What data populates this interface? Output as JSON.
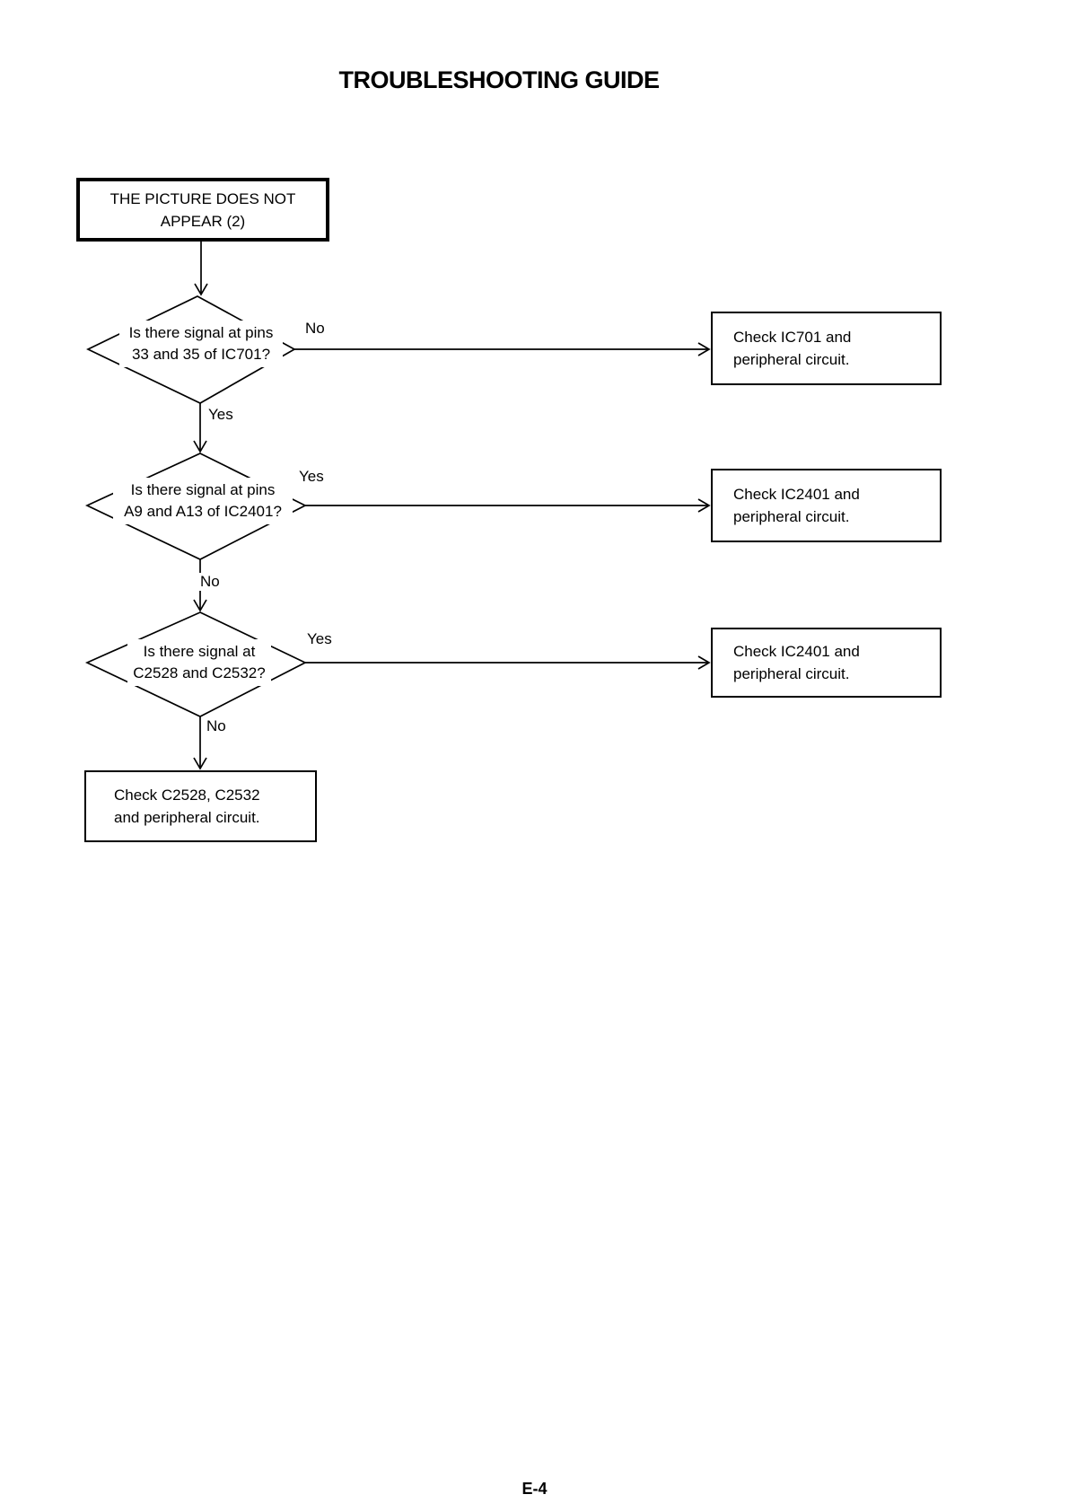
{
  "page": {
    "title": "TROUBLESHOOTING GUIDE",
    "footer_page_number": "E-4"
  },
  "colors": {
    "ink": "#000000",
    "paper": "#ffffff"
  },
  "flowchart": {
    "start": {
      "line1": "THE PICTURE DOES NOT",
      "line2": "APPEAR (2)"
    },
    "decisions": [
      {
        "question_line1": "Is there signal at pins",
        "question_line2": "33 and 35 of IC701?",
        "right_label": "No",
        "down_label": "Yes"
      },
      {
        "question_line1": "Is there signal at pins",
        "question_line2": "A9 and A13 of IC2401?",
        "right_label": "Yes",
        "down_label": "No"
      },
      {
        "question_line1": "Is there signal at",
        "question_line2": "C2528 and C2532?",
        "right_label": "Yes",
        "down_label": "No"
      }
    ],
    "actions": [
      {
        "line1": "Check IC701 and",
        "line2": "peripheral circuit."
      },
      {
        "line1": "Check IC2401 and",
        "line2": "peripheral circuit."
      },
      {
        "line1": "Check IC2401 and",
        "line2": "peripheral circuit."
      },
      {
        "line1": "Check C2528, C2532",
        "line2": "and peripheral circuit."
      }
    ]
  }
}
